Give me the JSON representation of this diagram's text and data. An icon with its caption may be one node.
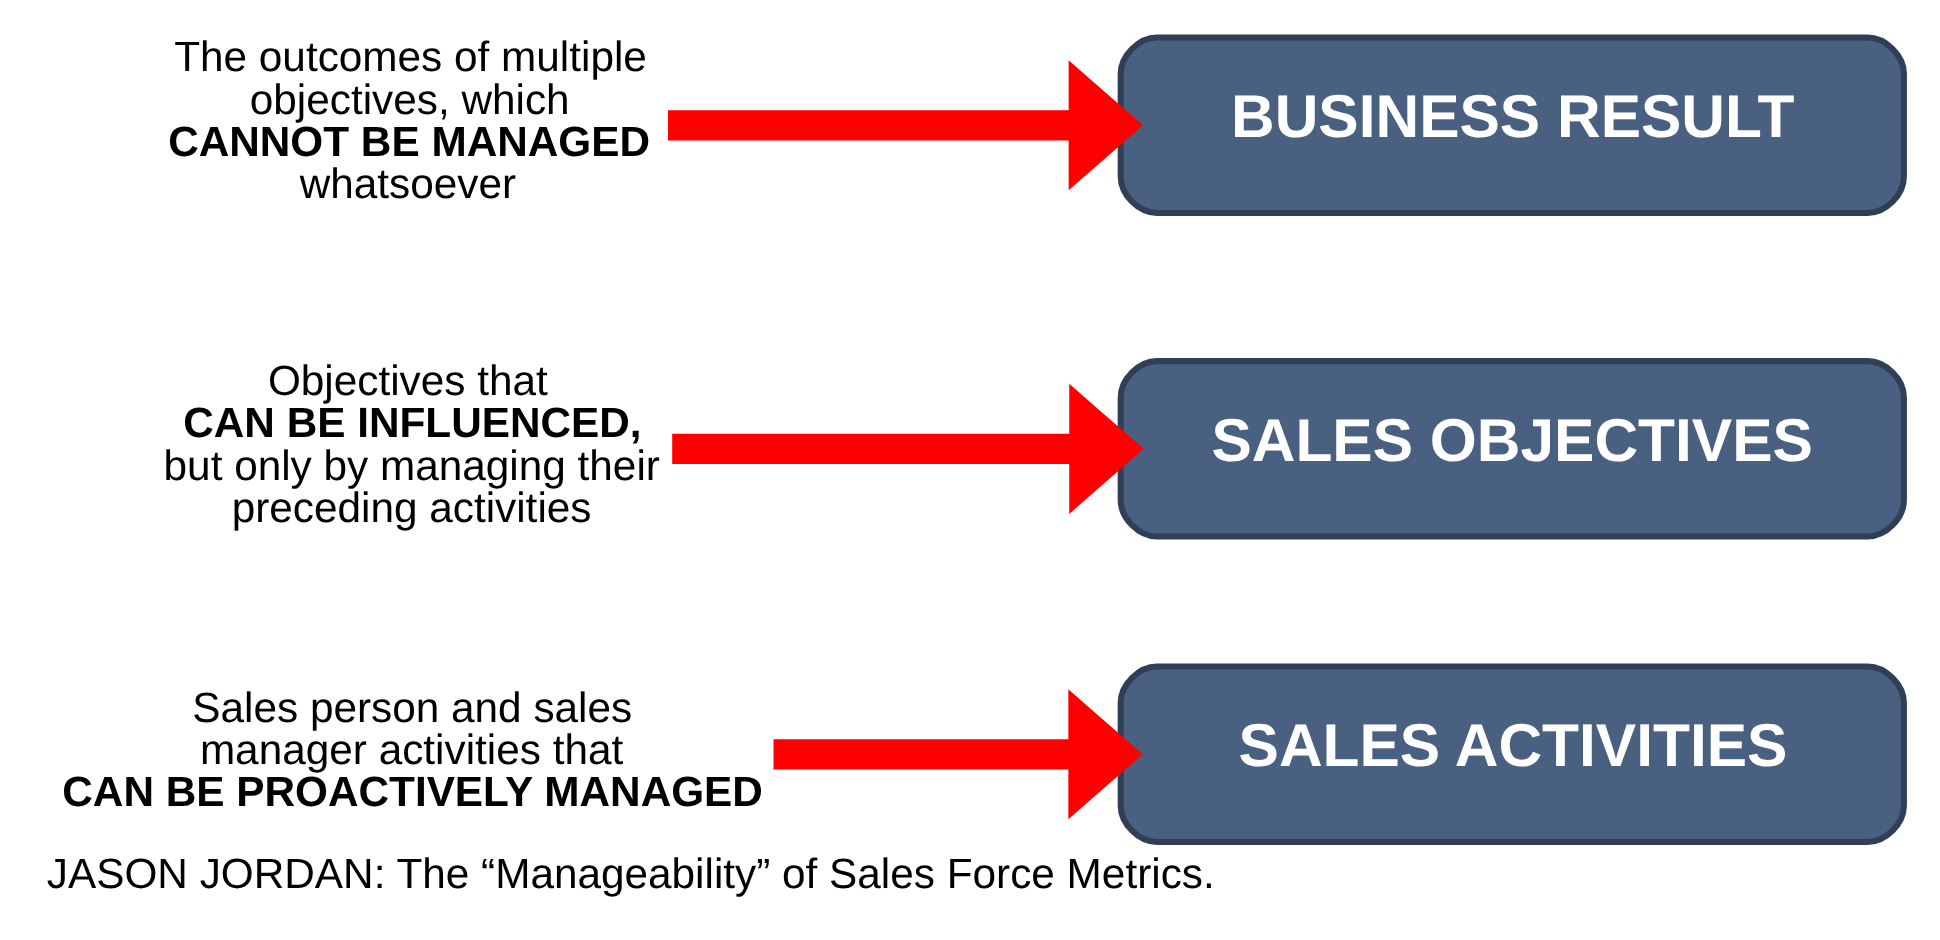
{
  "diagram": {
    "caption": "JASON JORDAN: The “Manageability” of Sales Force Metrics.",
    "nodes": [
      {
        "text": [
          "The outcomes of multiple objectives, which **CANNOT BE MANAGED** whatsoever"
        ]
      },
      {
        "text": [
          "BUSINESS RESULT"
        ]
      },
      {
        "text": [
          "Objectives that **CAN BE INFLUENCED,** but only by managing their preceding activities"
        ]
      },
      {
        "text": [
          "SALES OBJECTIVES"
        ]
      },
      {
        "text": [
          "Sales person and sales manager activities that **CAN BE PROACTIVELY MANAGED**"
        ]
      },
      {
        "text": [
          "SALES ACTIVITIES"
        ]
      }
    ],
    "edges": [
      {
        "from": 0,
        "to": 1,
        "arrow": "to",
        "color": "#ff0000"
      },
      {
        "from": 2,
        "to": 3,
        "arrow": "to",
        "color": "#ff0000"
      },
      {
        "from": 4,
        "to": 5,
        "arrow": "to",
        "color": "#ff0000"
      }
    ]
  }
}
